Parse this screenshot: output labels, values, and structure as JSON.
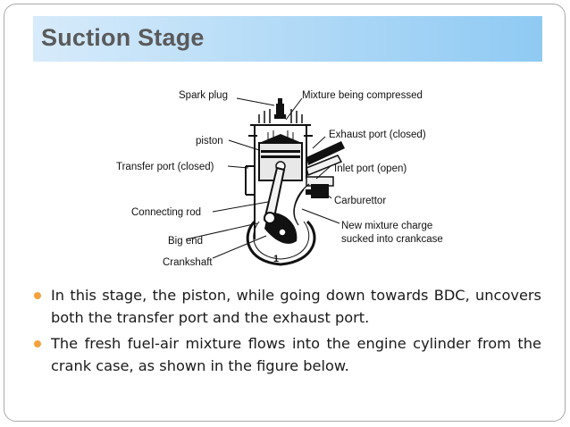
{
  "slide": {
    "title": "Suction Stage",
    "bullets": [
      "In this stage, the piston, while going down towards BDC, uncovers both the transfer port and the exhaust port.",
      "The fresh fuel-air mixture flows into the engine cylinder from the crank case, as shown in the figure below."
    ]
  },
  "diagram": {
    "labels": {
      "spark_plug": "Spark plug",
      "mixture_compressed": "Mixture being compressed",
      "piston": "piston",
      "exhaust_port": "Exhaust port (closed)",
      "transfer_port": "Transfer port (closed)",
      "inlet_port": "Inlet port (open)",
      "carburettor": "Carburettor",
      "connecting_rod": "Connecting rod",
      "new_mixture_1": "New mixture charge",
      "new_mixture_2": "sucked into crankcase",
      "big_end": "Big end",
      "crankshaft": "Crankshaft",
      "figure_number": "1"
    }
  },
  "colors": {
    "title_gradient_start": "#d7ebfb",
    "title_gradient_end": "#8fcaf3",
    "title_text": "#5a5a5a",
    "bullet": "#f4a23f"
  }
}
